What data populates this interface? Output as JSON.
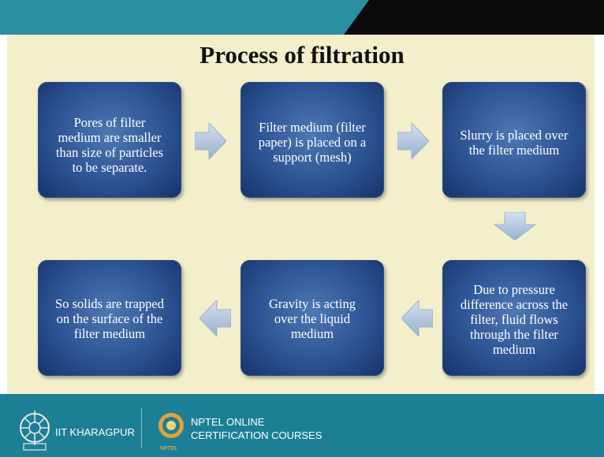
{
  "title": "Process of filtration",
  "steps": [
    {
      "text": "Pores of filter\nmedium are smaller\nthan size of particles\nto be separate."
    },
    {
      "text": "Filter medium (filter\npaper) is placed on a\nsupport (mesh)"
    },
    {
      "text": "Slurry is placed over\nthe filter medium"
    },
    {
      "text": "Due to pressure\ndifference across the\nfilter, fluid flows\nthrough the filter\nmedium"
    },
    {
      "text": "Gravity is acting\nover the liquid\nmedium"
    },
    {
      "text": "So solids are trapped\non the surface of the\nfilter medium"
    }
  ],
  "footer": {
    "institute": "IIT KHARAGPUR",
    "course_line1": "NPTEL ONLINE",
    "course_line2": "CERTIFICATION COURSES",
    "logo_text": "NPTEL"
  },
  "colors": {
    "slide_background": "#f3efcb",
    "box_fill": "#2c5393",
    "arrow_fill": "#b6c8df",
    "footer": "#1d7f96",
    "top_bar": "#2a8fa3"
  }
}
